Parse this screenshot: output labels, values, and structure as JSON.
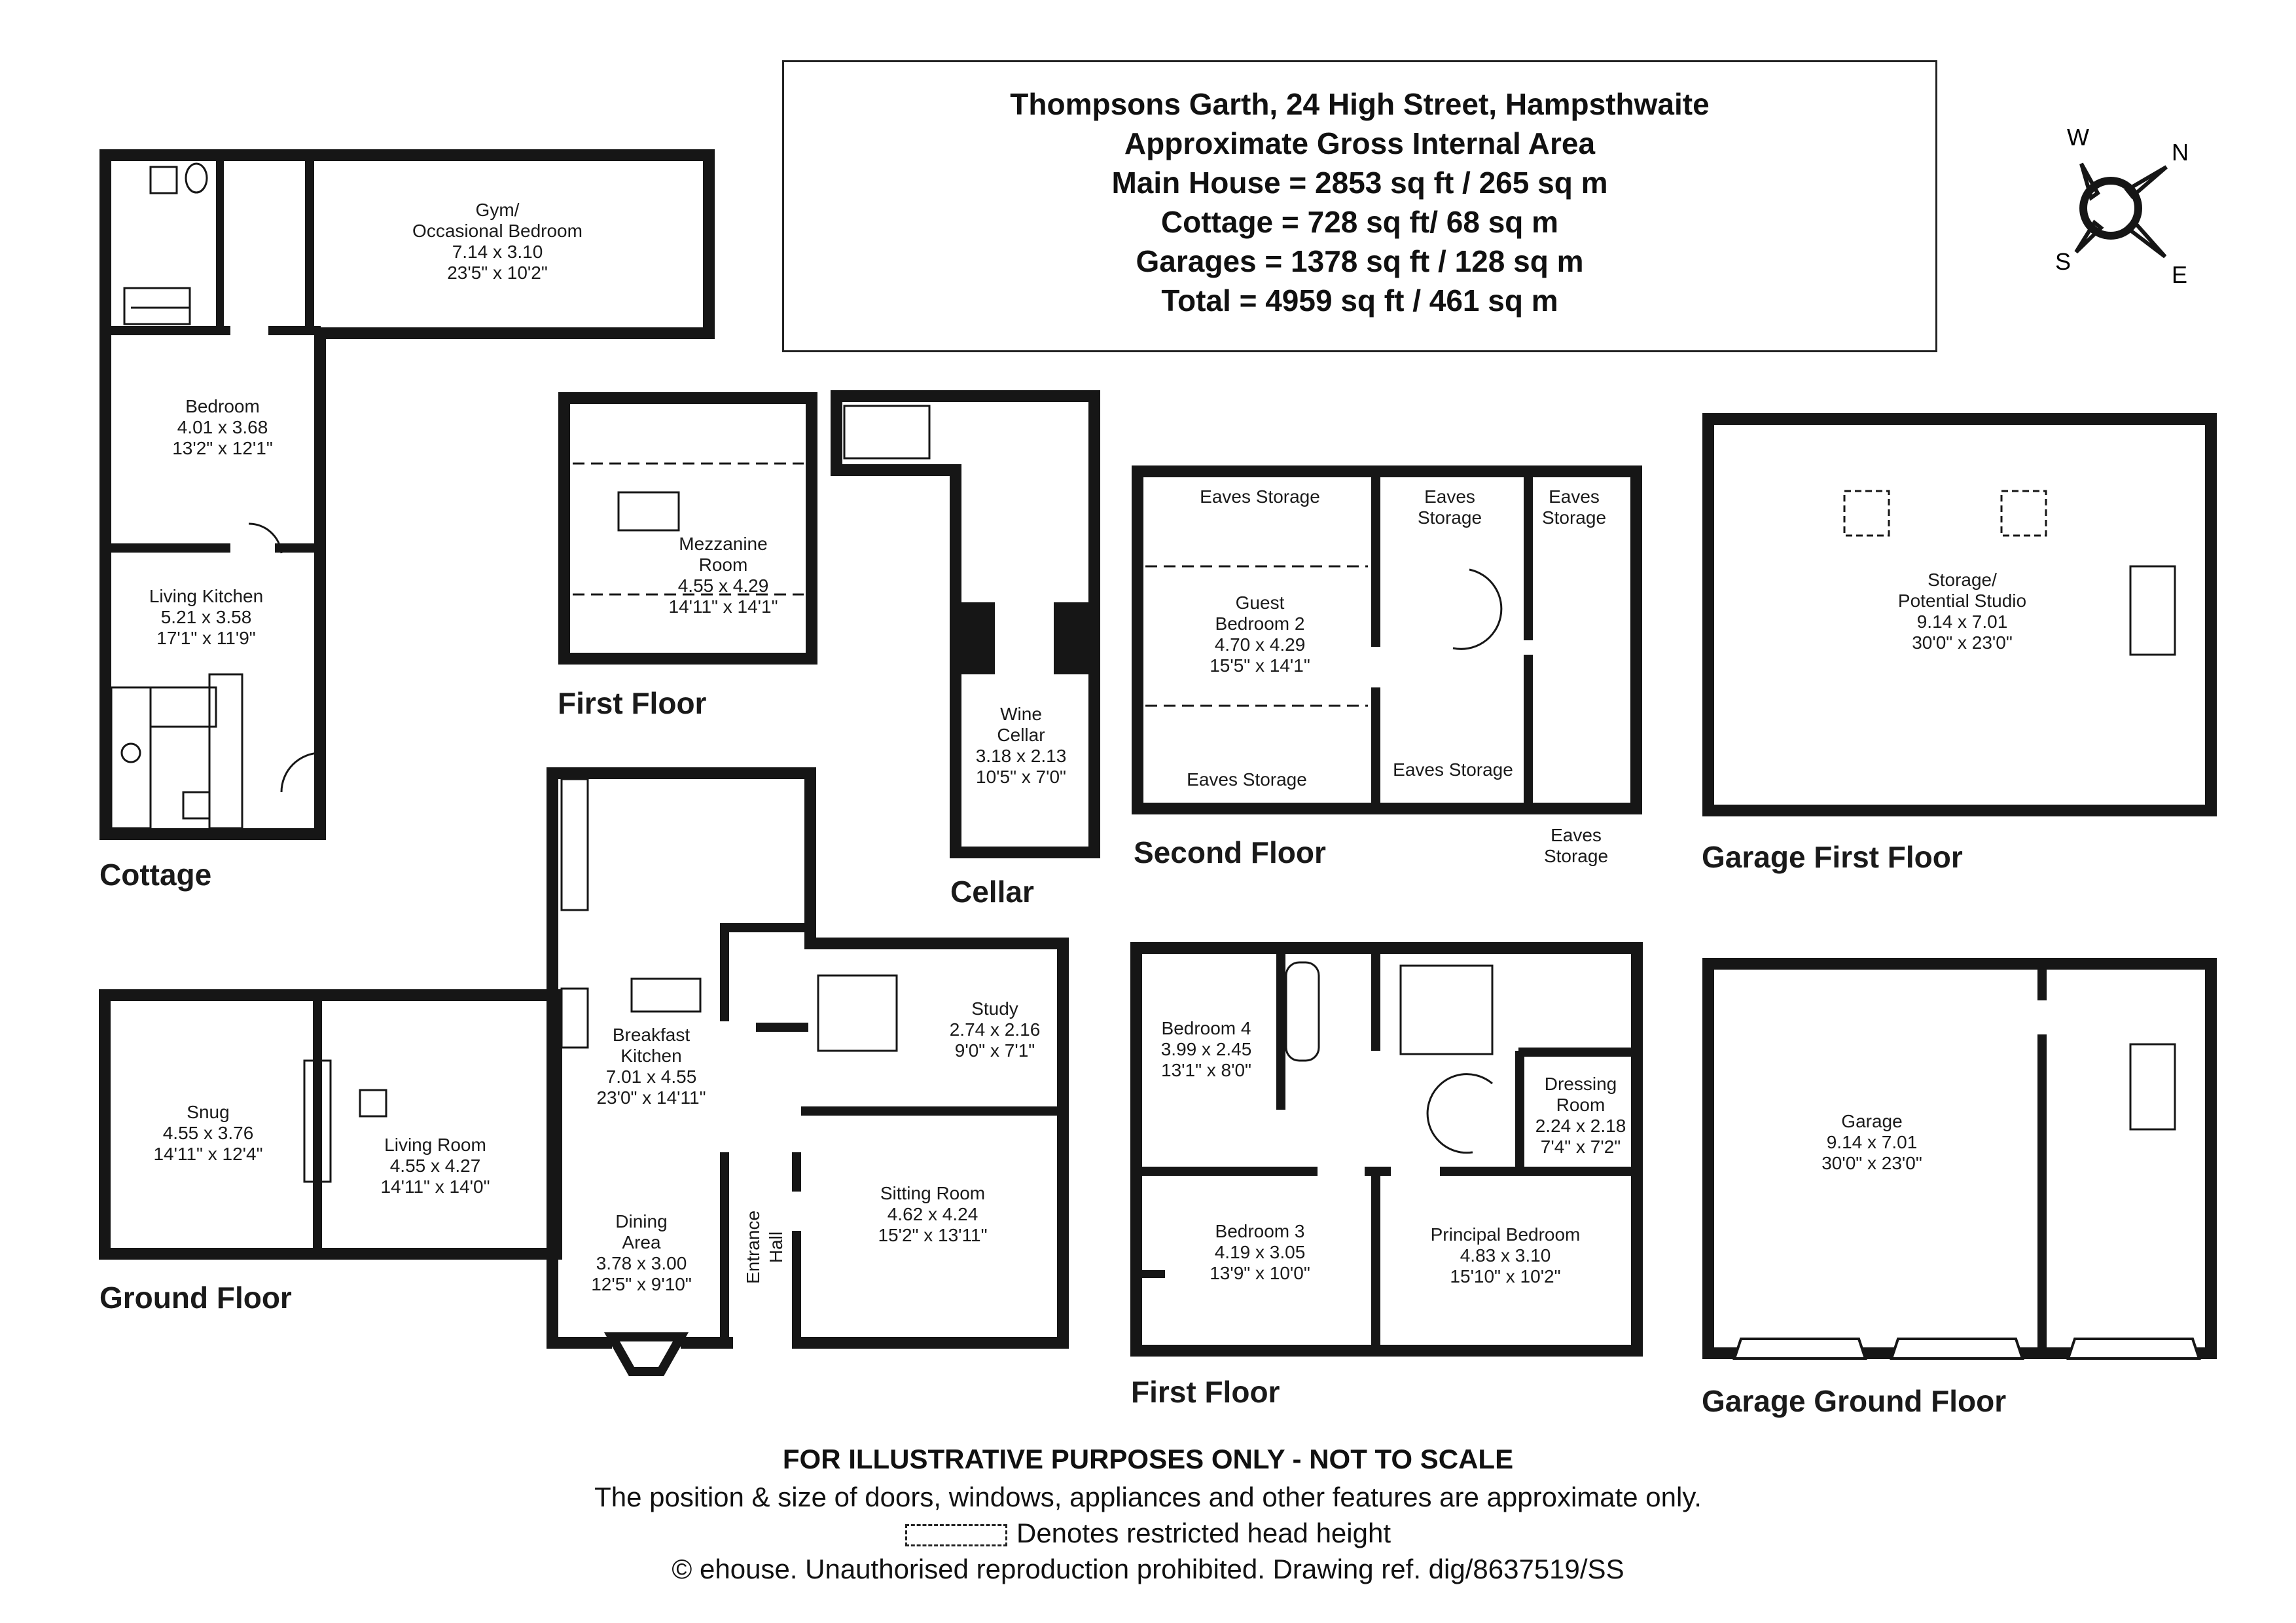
{
  "header": {
    "address": "Thompsons Garth, 24 High Street, Hampsthwaite",
    "subtitle": "Approximate Gross Internal Area",
    "main_house": "Main House = 2853 sq ft / 265 sq m",
    "cottage": "Cottage = 728 sq ft/ 68 sq m",
    "garages": "Garages = 1378 sq ft /  128 sq m",
    "total": "Total = 4959 sq ft / 461 sq m"
  },
  "compass": {
    "w": "W",
    "n": "N",
    "s": "S",
    "e": "E"
  },
  "floor_labels": {
    "cottage": "Cottage",
    "first_floor_mezz": "First Floor",
    "cellar": "Cellar",
    "second_floor": "Second Floor",
    "garage_first_floor": "Garage First Floor",
    "ground_floor": "Ground Floor",
    "first_floor": "First Floor",
    "garage_ground_floor": "Garage Ground Floor"
  },
  "rooms": {
    "gym": [
      "Gym/",
      "Occasional Bedroom",
      "7.14 x 3.10",
      "23'5\" x 10'2\""
    ],
    "cottage_bedroom": [
      "Bedroom",
      "4.01 x 3.68",
      "13'2\" x 12'1\""
    ],
    "living_kitchen": [
      "Living Kitchen",
      "5.21 x 3.58",
      "17'1\" x 11'9\""
    ],
    "mezzanine": [
      "Mezzanine",
      "Room",
      "4.55 x 4.29",
      "14'11\" x 14'1\""
    ],
    "wine_cellar": [
      "Wine",
      "Cellar",
      "3.18 x 2.13",
      "10'5\" x 7'0\""
    ],
    "guest_bedroom": [
      "Guest",
      "Bedroom 2",
      "4.70 x 4.29",
      "15'5\" x 14'1\""
    ],
    "eaves_1": "Eaves Storage",
    "eaves_2": [
      "Eaves",
      "Storage"
    ],
    "eaves_3": [
      "Eaves",
      "Storage"
    ],
    "eaves_4": "Eaves Storage",
    "eaves_5": "Eaves Storage",
    "eaves_6": [
      "Eaves",
      "Storage"
    ],
    "storage_studio": [
      "Storage/",
      "Potential Studio",
      "9.14 x 7.01",
      "30'0\" x 23'0\""
    ],
    "snug": [
      "Snug",
      "4.55 x 3.76",
      "14'11\" x 12'4\""
    ],
    "living_room": [
      "Living Room",
      "4.55 x 4.27",
      "14'11\" x 14'0\""
    ],
    "breakfast_kitchen": [
      "Breakfast",
      "Kitchen",
      "7.01 x 4.55",
      "23'0\" x 14'11\""
    ],
    "study": [
      "Study",
      "2.74 x 2.16",
      "9'0\" x 7'1\""
    ],
    "dining": [
      "Dining",
      "Area",
      "3.78 x 3.00",
      "12'5\" x 9'10\""
    ],
    "entrance_hall": [
      "Entrance",
      "Hall"
    ],
    "sitting_room": [
      "Sitting Room",
      "4.62 x 4.24",
      "15'2\" x 13'11\""
    ],
    "bedroom4": [
      "Bedroom 4",
      "3.99 x 2.45",
      "13'1\" x 8'0\""
    ],
    "dressing": [
      "Dressing",
      "Room",
      "2.24 x 2.18",
      "7'4\" x 7'2\""
    ],
    "bedroom3": [
      "Bedroom  3",
      "4.19 x 3.05",
      "13'9\" x 10'0\""
    ],
    "principal": [
      "Principal Bedroom",
      "4.83 x 3.10",
      "15'10\" x 10'2\""
    ],
    "garage": [
      "Garage",
      "9.14 x 7.01",
      "30'0\" x 23'0\""
    ]
  },
  "footer": {
    "line1": "FOR ILLUSTRATIVE PURPOSES ONLY - NOT TO SCALE",
    "line2": "The position & size of doors, windows, appliances and other features are approximate only.",
    "line3": "Denotes restricted head height",
    "line4": "© ehouse. Unauthorised reproduction prohibited. Drawing ref. dig/8637519/SS"
  }
}
